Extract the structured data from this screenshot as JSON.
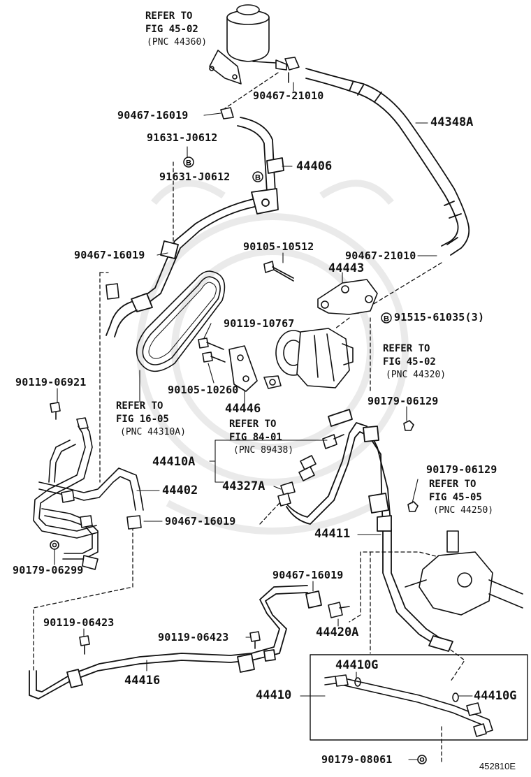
{
  "diagram_code": "452810E",
  "refs": {
    "reservoir": {
      "l1": "REFER TO",
      "l2": "FIG 45-02",
      "l3": "(PNC 44360)"
    },
    "pump": {
      "l1": "REFER TO",
      "l2": "FIG 45-02",
      "l3": "(PNC 44320)"
    },
    "belt": {
      "l1": "REFER TO",
      "l2": "FIG 16-05",
      "l3": "(PNC 44310A)"
    },
    "sensor": {
      "l1": "REFER TO",
      "l2": "FIG 84-01",
      "l3": "(PNC 89438)"
    },
    "gear": {
      "l1": "REFER TO",
      "l2": "FIG 45-05",
      "l3": "(PNC 44250)"
    }
  },
  "parts": {
    "p90467_21010_a": "90467-21010",
    "p90467_16019_a": "90467-16019",
    "p91631_j0612_a": "91631-J0612",
    "p91631_j0612_b": "91631-J0612",
    "p44348a": "44348A",
    "p44406": "44406",
    "p90105_10512": "90105-10512",
    "p90467_21010_b": "90467-21010",
    "p44443": "44443",
    "p90467_16019_b": "90467-16019",
    "p91515_61035": "91515-61035(3)",
    "p90119_10767": "90119-10767",
    "p90105_10260": "90105-10260",
    "p44446": "44446",
    "p90119_06921": "90119-06921",
    "p90179_06129_a": "90179-06129",
    "p44410a": "44410A",
    "p44327a": "44327A",
    "p44402": "44402",
    "p90179_06129_b": "90179-06129",
    "p90467_16019_c": "90467-16019",
    "p44411": "44411",
    "p90179_06299": "90179-06299",
    "p90467_16019_d": "90467-16019",
    "p90119_06423_a": "90119-06423",
    "p90119_06423_b": "90119-06423",
    "p44420a": "44420A",
    "p44416": "44416",
    "p44410g_a": "44410G",
    "p44410": "44410",
    "p44410g_b": "44410G",
    "p90179_08061": "90179-08061"
  },
  "markers": {
    "b": "B"
  }
}
